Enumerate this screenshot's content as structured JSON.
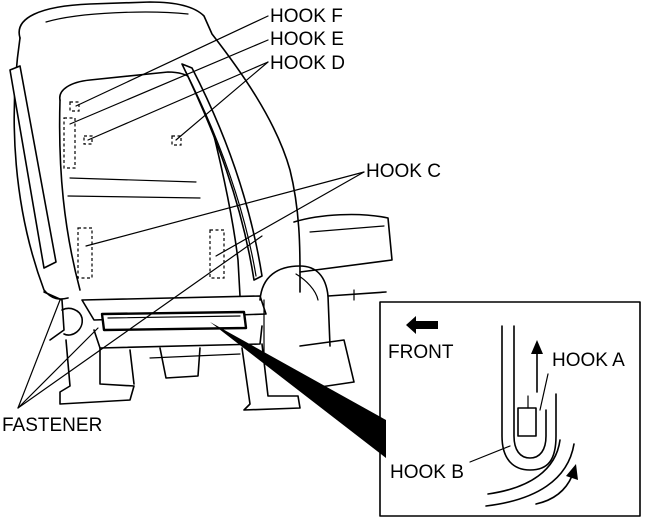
{
  "labels": {
    "hook_f": "HOOK F",
    "hook_e": "HOOK E",
    "hook_d": "HOOK D",
    "hook_c": "HOOK C",
    "hook_a": "HOOK A",
    "hook_b": "HOOK B",
    "fastener": "FASTENER",
    "front": "FRONT"
  },
  "icons": {
    "front_arrow": "arrow-left-icon",
    "pull_up_arrow": "arrow-up-icon",
    "curved_arrow": "curved-arrow-icon"
  },
  "colors": {
    "line": "#000000",
    "background": "#ffffff"
  }
}
